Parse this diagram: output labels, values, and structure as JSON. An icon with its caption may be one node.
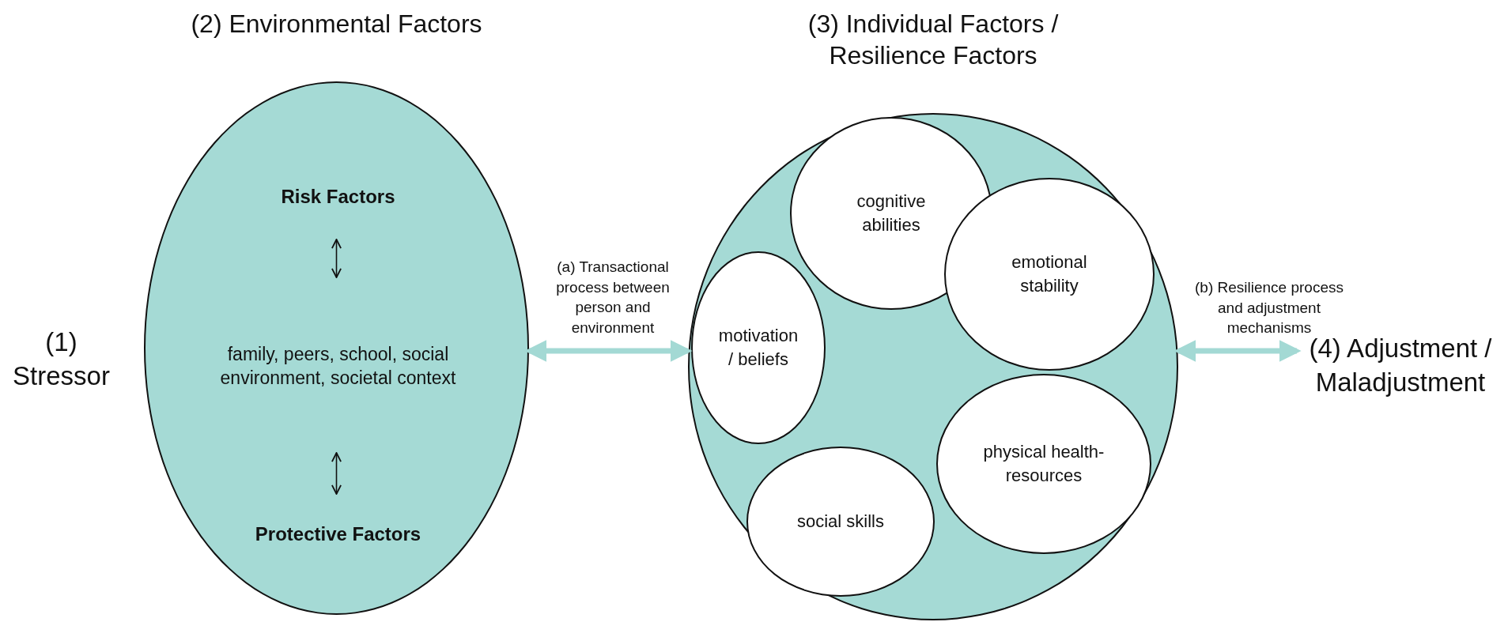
{
  "diagram": {
    "nodes": [
      {
        "text": [
          "(1) Stressor"
        ]
      },
      {
        "text": [
          "(2) Environmental Factors"
        ]
      },
      {
        "text": [
          "Risk Factors"
        ],
        "in": 1
      },
      {
        "text": [
          "family, peers, school, social environment, societal context"
        ],
        "in": 1
      },
      {
        "text": [
          "Protective Factors"
        ],
        "in": 1
      },
      {
        "text": [
          "(3) Individual Factors / Resilience Factors"
        ]
      },
      {
        "text": [
          "cognitive abilities"
        ],
        "in": 5
      },
      {
        "text": [
          "emotional stability"
        ],
        "in": 5
      },
      {
        "text": [
          "motivation / beliefs"
        ],
        "in": 5
      },
      {
        "text": [
          "physical health-resources"
        ],
        "in": 5
      },
      {
        "text": [
          "social skills"
        ],
        "in": 5
      },
      {
        "text": [
          "(4) Adjustment / Maladjustment"
        ]
      }
    ],
    "edges": [
      {
        "from": 2,
        "to": 3,
        "arrow": "both"
      },
      {
        "from": 3,
        "to": 4,
        "arrow": "both"
      },
      {
        "from": 1,
        "to": 5,
        "arrow": "both",
        "label": "(a) Transactional process between person and environment",
        "style": "thick",
        "color": "#a3d9d4"
      },
      {
        "from": 5,
        "to": 11,
        "arrow": "both",
        "label": "(b) Resilience process and adjustment mechanisms",
        "style": "thick",
        "color": "#a3d9d4"
      }
    ]
  }
}
